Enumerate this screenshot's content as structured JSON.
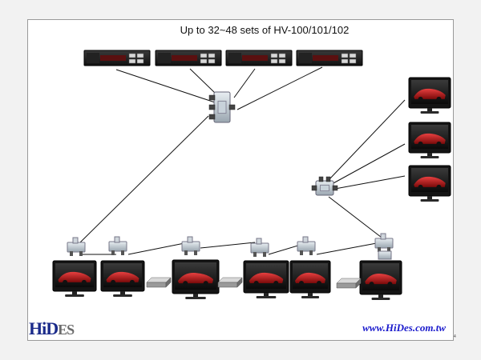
{
  "title": "Up to 32~48 sets of HV-100/101/102",
  "logo": {
    "main": "HiD",
    "suffix": "ES"
  },
  "website": "www.HiDes.com.tw",
  "page_number": "4",
  "devices": {
    "rack_units": 4,
    "splitters": 2,
    "taps": 7,
    "televisions": 9,
    "set_top_boxes": 3
  },
  "colors": {
    "cable": "#111111",
    "frame": "#9a9a9a",
    "url": "#1a1acc",
    "logo": "#1a2a8a"
  }
}
